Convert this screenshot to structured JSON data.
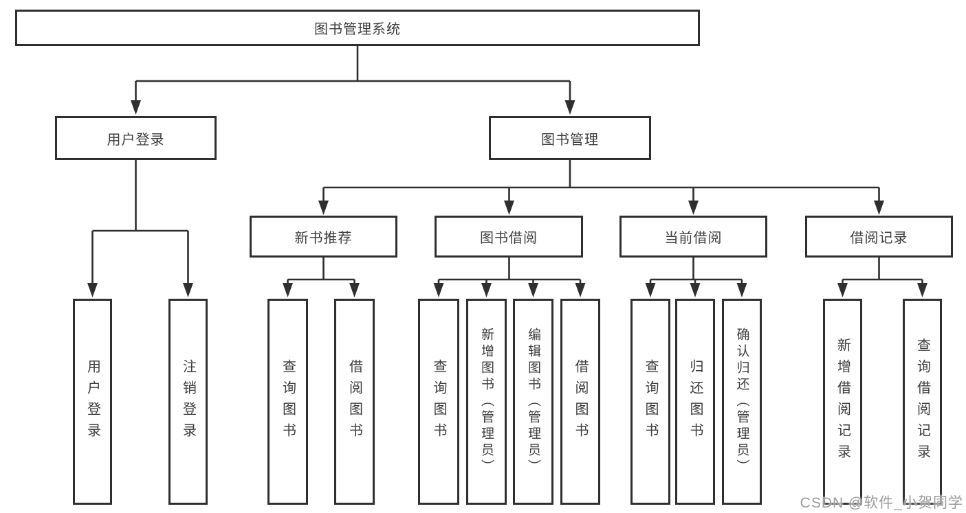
{
  "tree": {
    "root": "图书管理系统",
    "branches": [
      {
        "label": "用户登录",
        "leaves": [
          "用户登录",
          "注销登录"
        ]
      },
      {
        "label": "图书管理",
        "groups": [
          {
            "label": "新书推荐",
            "leaves": [
              "查询图书",
              "借阅图书"
            ]
          },
          {
            "label": "图书借阅",
            "leaves": [
              "查询图书",
              "新增图书（管理员）",
              "编辑图书（管理员）",
              "借阅图书"
            ]
          },
          {
            "label": "当前借阅",
            "leaves": [
              "查询图书",
              "归还图书",
              "确认归还（管理员）"
            ]
          },
          {
            "label": "借阅记录",
            "leaves": [
              "新增借阅记录",
              "查询借阅记录"
            ]
          }
        ]
      }
    ]
  },
  "watermark": "CSDN @软件_小贺同学",
  "colors": {
    "line": "#2f2f2f",
    "text": "#3d3d3d",
    "watermark": "#9b9b9b",
    "background": "#ffffff"
  }
}
